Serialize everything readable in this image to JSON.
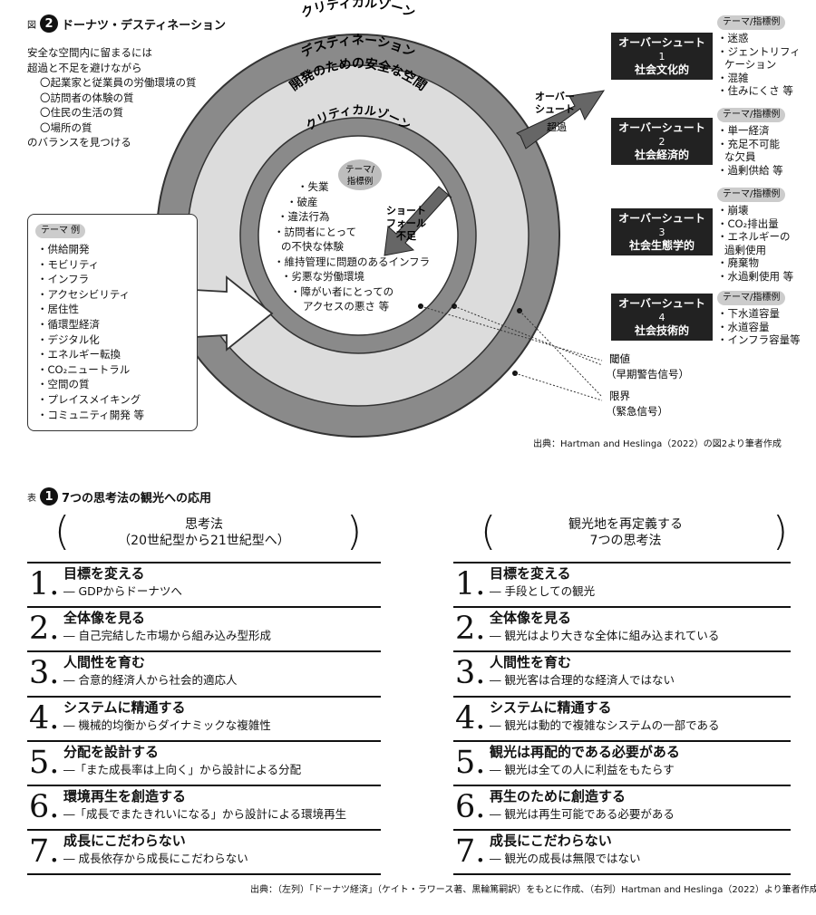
{
  "figure": {
    "prefix": "図",
    "number": "2",
    "title": "ドーナツ・デスティネーション",
    "intro": {
      "line1": "安全な空間内に留まるには",
      "line2": "超過と不足を避けながら",
      "items": [
        "〇起業家と従業員の労働環境の質",
        "〇訪問者の体験の質",
        "〇住民の生活の質",
        "〇場所の質"
      ],
      "line_end": "のバランスを見つける"
    },
    "outer_ring": "クリティカルゾーン",
    "middle_line1": "デスティネーション",
    "middle_line2": "開発のための安全な空間",
    "inner_ring": "クリティカルゾーン",
    "inner_pill_line1": "テーマ/",
    "inner_pill_line2": "指標例",
    "inner_items": [
      "・失業",
      "・破産",
      "・違法行為",
      "・訪問者にとって",
      "の不快な体験",
      "・維持管理に問題のあるインフラ",
      "・劣悪な労働環境",
      "・障がい者にとっての",
      "アクセスの悪さ 等"
    ],
    "shortfall_line1": "ショート",
    "shortfall_line2": "フォール",
    "shortfall_line3": "不足",
    "overshoot_line1": "オーバー",
    "overshoot_line2": "シュート",
    "overshoot_line3": "超過",
    "theme_box": {
      "pill": "テーマ 例",
      "items": [
        "・供給開発",
        "・モビリティ",
        "・インフラ",
        "・アクセシビリティ",
        "・居住性",
        "・循環型経済",
        "・デジタル化",
        "・エネルギー転換",
        "・CO₂ニュートラル",
        "・空間の質",
        "・プレイスメイキング",
        "・コミュニティ開発 等"
      ]
    },
    "overshoots": [
      {
        "name": "オーバーシュート",
        "num": "1",
        "type": "社会文化的",
        "pill": "テーマ/指標例",
        "items": [
          "・迷惑",
          "・ジェントリフィ",
          "ケーション",
          "・混雑",
          "・住みにくさ 等"
        ]
      },
      {
        "name": "オーバーシュート",
        "num": "2",
        "type": "社会経済的",
        "pill": "テーマ/指標例",
        "items": [
          "・単一経済",
          "・充足不可能",
          "な欠員",
          "・過剰供給 等"
        ]
      },
      {
        "name": "オーバーシュート",
        "num": "3",
        "type": "社会生態学的",
        "pill": "テーマ/指標例",
        "items": [
          "・崩壊",
          "・CO₂排出量",
          "・エネルギーの",
          "過剰使用",
          "・廃棄物",
          "・水過剰使用 等"
        ]
      },
      {
        "name": "オーバーシュート",
        "num": "4",
        "type": "社会技術的",
        "pill": "テーマ/指標例",
        "items": [
          "・下水道容量",
          "・水道容量",
          "・インフラ容量等"
        ]
      }
    ],
    "threshold_line1": "閾値",
    "threshold_line2": "（早期警告信号）",
    "limit_line1": "限界",
    "limit_line2": "（緊急信号）",
    "source": "出典：Hartman and Heslinga（2022）の図2より筆者作成"
  },
  "table": {
    "prefix": "表",
    "number": "1",
    "title": "7つの思考法の観光への応用",
    "left_header_line1": "思考法",
    "left_header_line2": "（20世紀型から21世紀型へ）",
    "right_header_line1": "観光地を再定義する",
    "right_header_line2": "7つの思考法",
    "paren_open": "(",
    "paren_close": ")",
    "left_rows": [
      {
        "n": "1.",
        "title": "目標を変える",
        "sub": "― GDPからドーナツへ"
      },
      {
        "n": "2.",
        "title": "全体像を見る",
        "sub": "― 自己完結した市場から組み込み型形成"
      },
      {
        "n": "3.",
        "title": "人間性を育む",
        "sub": "― 合意的経済人から社会的適応人"
      },
      {
        "n": "4.",
        "title": "システムに精通する",
        "sub": "― 機械的均衡からダイナミックな複雑性"
      },
      {
        "n": "5.",
        "title": "分配を設計する",
        "sub": "―「また成長率は上向く」から設計による分配"
      },
      {
        "n": "6.",
        "title": "環境再生を創造する",
        "sub": "―「成長でまたきれいになる」から設計による環境再生"
      },
      {
        "n": "7.",
        "title": "成長にこだわらない",
        "sub": "― 成長依存から成長にこだわらない"
      }
    ],
    "right_rows": [
      {
        "n": "1.",
        "title": "目標を変える",
        "sub": "― 手段としての観光"
      },
      {
        "n": "2.",
        "title": "全体像を見る",
        "sub": "― 観光はより大きな全体に組み込まれている"
      },
      {
        "n": "3.",
        "title": "人間性を育む",
        "sub": "― 観光客は合理的な経済人ではない"
      },
      {
        "n": "4.",
        "title": "システムに精通する",
        "sub": "― 観光は動的で複雑なシステムの一部である"
      },
      {
        "n": "5.",
        "title": "観光は再配的である必要がある",
        "sub": "― 観光は全ての人に利益をもたらす"
      },
      {
        "n": "6.",
        "title": "再生のために創造する",
        "sub": "― 観光は再生可能である必要がある"
      },
      {
        "n": "7.",
        "title": "成長にこだわらない",
        "sub": "― 観光の成長は無限ではない"
      }
    ],
    "source": "出典：（左列）「ドーナツ経済」（ケイト・ラワース著、黒輪篤嗣訳）をもとに作成、（右列）Hartman and Heslinga（2022）より筆者作成"
  },
  "colors": {
    "outer_ring": "#8a8a8a",
    "middle": "#dcdcdc",
    "inner_ring": "#8a8a8a",
    "core": "#ffffff",
    "box": "#222222"
  }
}
